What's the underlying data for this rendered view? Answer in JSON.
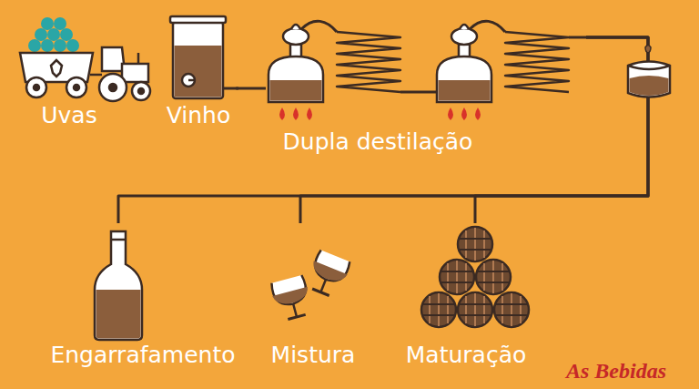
{
  "diagram": {
    "nodes": [
      {
        "text": [
          "Uvas"
        ]
      },
      {
        "text": [
          "Vinho"
        ]
      },
      {
        "text": [
          "Dupla destilação"
        ]
      },
      {
        "text": [
          "Engarrafamento"
        ]
      },
      {
        "text": [
          "Mistura"
        ]
      },
      {
        "text": [
          "Maturação"
        ]
      }
    ],
    "edges": [
      {
        "from": 1,
        "to": 2,
        "arrow": "none"
      },
      {
        "from": 2,
        "to": 3,
        "arrow": "none"
      },
      {
        "from": 2,
        "to": 4,
        "arrow": "none"
      },
      {
        "from": 2,
        "to": 5,
        "arrow": "none"
      }
    ],
    "labels": [
      "As Bebidas"
    ]
  }
}
